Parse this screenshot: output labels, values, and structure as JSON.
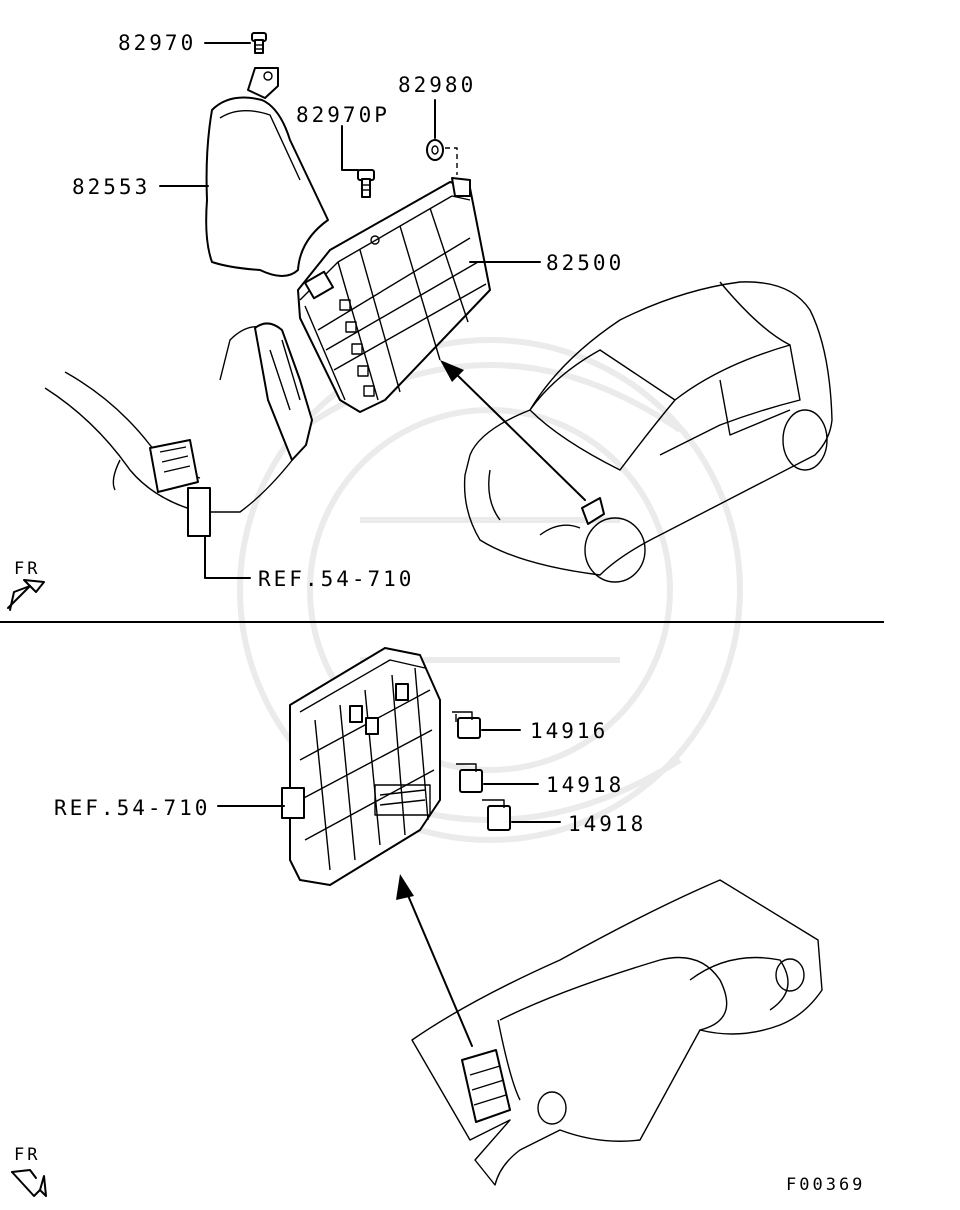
{
  "callouts": {
    "bolt_top": "82970",
    "nut": "82980",
    "bolt_p": "82970P",
    "cover": "82553",
    "ecu": "82500",
    "ref_top": "REF.54-710",
    "relay_1": "14916",
    "relay_2": "14918",
    "relay_3": "14918",
    "ref_bottom": "REF.54-710"
  },
  "direction_top": "FR",
  "direction_bottom": "FR",
  "figure_code": "F00369",
  "colors": {
    "line": "#000000",
    "background": "#ffffff",
    "watermark": "#d8d8d8"
  }
}
